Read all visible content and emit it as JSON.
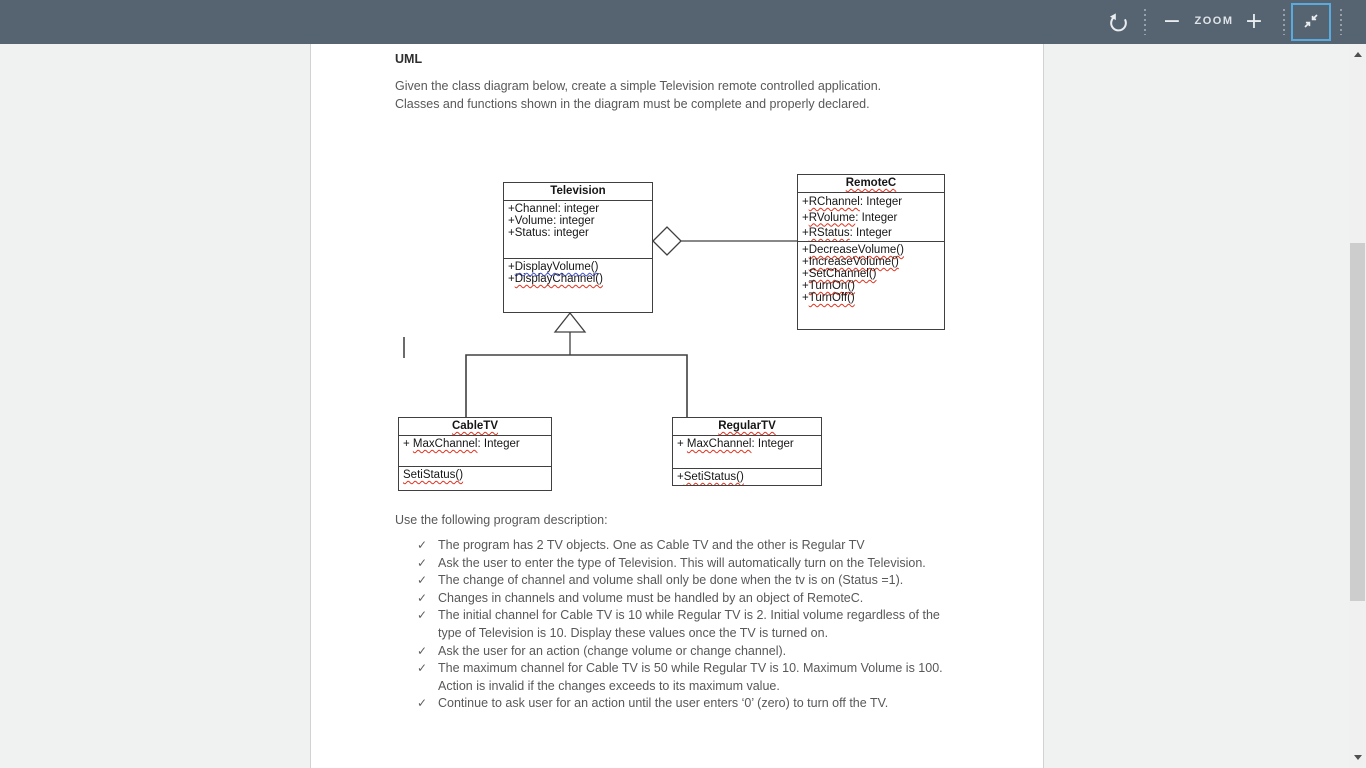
{
  "toolbar": {
    "zoom_label": "ZOOM",
    "zoom_out_glyph": "−",
    "zoom_in_glyph": "+",
    "accent_color": "#59aadf",
    "bar_color": "#566370"
  },
  "document": {
    "heading": "UML",
    "intro": "Given the class diagram below, create a simple Television remote controlled application. Classes and functions shown in the diagram must be complete and properly declared.",
    "description_label": "Use the following program description:",
    "bullet_icon": "✓",
    "bullets": [
      "The program has 2 TV objects. One as Cable TV and the other is Regular TV",
      "Ask the user to enter the type of Television. This will automatically turn on the Television.",
      "The change of channel and volume shall only be done when the tv is on (Status =1).",
      "Changes in channels and volume must be handled by an object of RemoteC.",
      "The initial channel for Cable TV is 10 while Regular TV is 2. Initial volume regardless of the type of Television is 10. Display these values once the TV is turned on.",
      "Ask the user for an action (change volume or change channel).",
      "The maximum channel for Cable TV is 50 while Regular TV is 10. Maximum Volume is 100. Action is invalid if the changes exceeds to its maximum value.",
      "Continue to ask user for an action until the user enters ‘0’ (zero) to turn off the TV."
    ]
  },
  "diagram": {
    "television": {
      "title": {
        "word": "Television",
        "sq": ""
      },
      "attributes": [
        {
          "pre": "+",
          "word": "Channel",
          "post": ": integer",
          "sq": ""
        },
        {
          "pre": "+",
          "word": "Volume",
          "post": ": integer",
          "sq": ""
        },
        {
          "pre": "+",
          "word": "Status",
          "post": ": integer",
          "sq": ""
        }
      ],
      "methods": [
        {
          "pre": "+",
          "word": "DisplayVolume()",
          "post": "",
          "sq": "blue"
        },
        {
          "pre": "+",
          "word": "DisplayChannel()",
          "post": "",
          "sq": "red"
        }
      ]
    },
    "remotec": {
      "title": {
        "word": "RemoteC",
        "sq": "red"
      },
      "attributes": [
        {
          "pre": "+",
          "word": "RChannel",
          "post": ": Integer",
          "sq": "red"
        },
        {
          "pre": "+",
          "word": "RVolume",
          "post": ": Integer",
          "sq": "red"
        },
        {
          "pre": "+",
          "word": "RStatus",
          "post": ": Integer",
          "sq": "red"
        }
      ],
      "methods": [
        {
          "pre": "+",
          "word": "DecreaseVolume()",
          "post": "",
          "sq": "red"
        },
        {
          "pre": "+",
          "word": "IncreaseVolume()",
          "post": "",
          "sq": "red"
        },
        {
          "pre": "+",
          "word": "SetChannel()",
          "post": "",
          "sq": "red"
        },
        {
          "pre": "+",
          "word": "TurnOn()",
          "post": "",
          "sq": "red"
        },
        {
          "pre": "+",
          "word": "TurnOff()",
          "post": "",
          "sq": "red"
        }
      ]
    },
    "cabletv": {
      "title": {
        "word": "CableTV",
        "sq": "red"
      },
      "attributes": [
        {
          "pre": "+ ",
          "word": "MaxChannel",
          "post": ": Integer",
          "sq": "red"
        }
      ],
      "methods": [
        {
          "pre": "",
          "word": "SetiStatus()",
          "post": "",
          "sq": "red"
        }
      ]
    },
    "regulartv": {
      "title": {
        "word": "RegularTV",
        "sq": "red"
      },
      "attributes": [
        {
          "pre": "+ ",
          "word": "MaxChannel",
          "post": ": Integer",
          "sq": "red"
        }
      ],
      "methods": [
        {
          "pre": "+",
          "word": "SetiStatus()",
          "post": "",
          "sq": "red"
        }
      ]
    }
  }
}
